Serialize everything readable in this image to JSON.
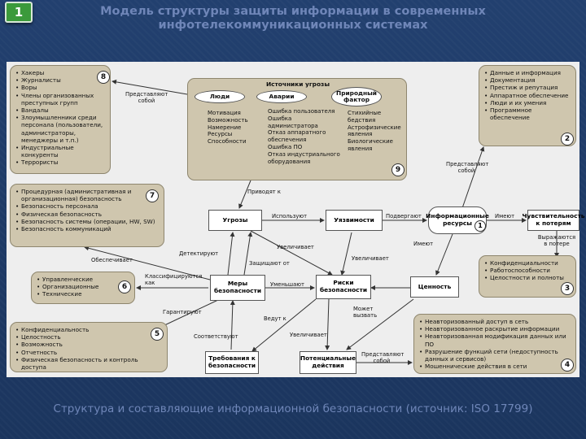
{
  "slide_number": "1",
  "title_line1": "Модель структуры защиты информации в современных",
  "title_line2": "инфотелекоммуникационных системах",
  "caption": "Структура и составляющие информационной безопасности (источник: ISO 17799)",
  "box8": {
    "num": "8",
    "items": [
      "Хакеры",
      "Журналисты",
      "Воры",
      "Члены организованных преступных групп",
      "Вандалы",
      "Злоумышленники среди персонала (пользователи, администраторы, менеджеры и т.п.)",
      "Индустриальные конкуренты",
      "Террористы"
    ]
  },
  "box9": {
    "num": "9",
    "title": "Источники угрозы",
    "people": "Люди",
    "accidents": "Аварии",
    "natural": "Природный фактор",
    "people_items": [
      "Мотивация",
      "Возможность",
      "Намерение",
      "Ресурсы",
      "Способности"
    ],
    "accident_items": [
      "Ошибка пользователя",
      "Ошибка администратора",
      "Отказ аппаратного обеспечения",
      "Ошибка ПО",
      "Отказ индустриального оборудования"
    ],
    "natural_items": [
      "Стихийные бедствия",
      "Астрофизические явления",
      "Биологические явления"
    ]
  },
  "box2": {
    "num": "2",
    "items": [
      "Данные и информация",
      "Документация",
      "Престиж и репутация",
      "Аппаратное обеспечение",
      "Люди и их умения",
      "Программное обеспечение"
    ]
  },
  "box7": {
    "num": "7",
    "items": [
      "Процедурная (административная и организационная) безопасность",
      "Безопасность персонала",
      "Физическая безопасность",
      "Безопасность системы (операции, HW, SW)",
      "Безопасность коммуникаций"
    ]
  },
  "box6": {
    "num": "6",
    "items": [
      "Управленческие",
      "Организационные",
      "Технические"
    ]
  },
  "box3": {
    "num": "3",
    "items": [
      "Конфиденциальности",
      "Работоспособности",
      "Целостности и полноты"
    ]
  },
  "box5": {
    "num": "5",
    "items": [
      "Конфиденциальность",
      "Целостность",
      "Возможность",
      "Отчетность",
      "Физическая безопасность и контроль доступа"
    ]
  },
  "box4": {
    "num": "4",
    "items": [
      "Неавторизованный доступ в сеть",
      "Неавторизованное раскрытие информации",
      "Неавторизованная модификация данных или ПО",
      "Разрушение функций сети (недоступность данных и сервисов)",
      "Мошеннические действия в сети"
    ]
  },
  "nodes": {
    "threats": "Угрозы",
    "vuln": "Уязвимости",
    "info_res": "Информационные ресурсы",
    "info_res_num": "1",
    "sensitivity": "Чувствительность к потерям",
    "measures": "Меры безопасности",
    "risks": "Риски безопасности",
    "value": "Ценность",
    "requirements": "Требования к безопасности",
    "potential": "Потенциальные действия"
  },
  "labels": {
    "represent1": "Представляют собой",
    "represent2": "Представляют собой",
    "represent3": "Представляют собой",
    "lead_to": "Приводят к",
    "use": "Используют",
    "subject": "Подвергают",
    "have1": "Имеют",
    "have2": "Имеют",
    "expressed": "Выражаются в потере",
    "increase1": "Увеличивает",
    "increase2": "Увеличивает",
    "increase3": "Увеличивает",
    "detect": "Детектируют",
    "protect": "Защищают от",
    "provide": "Обеспечивает",
    "classify": "Классифицируются как",
    "reduce": "Уменьшают",
    "guarantee": "Гарантируют",
    "correspond": "Соответствуют",
    "lead": "Ведут к",
    "may_cause": "Может вызвать"
  }
}
